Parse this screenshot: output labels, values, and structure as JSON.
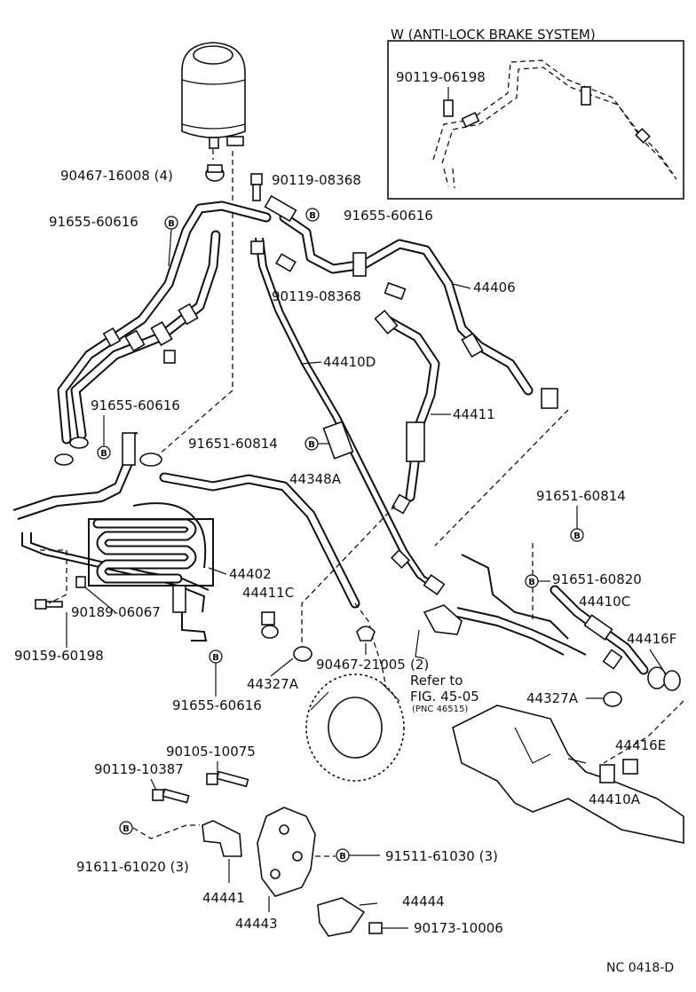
{
  "inset": {
    "title": "W (ANTI-LOCK BRAKE SYSTEM)",
    "part": "90119-06198"
  },
  "labels": {
    "p90467_16008": "90467-16008 (4)",
    "p90119_08368_a": "90119-08368",
    "p91655_60616_a": "91655-60616",
    "p91655_60616_b": "91655-60616",
    "p90119_08368_b": "90119-08368",
    "p44406": "44406",
    "p44410D": "44410D",
    "p91655_60616_c": "91655-60616",
    "p44411": "44411",
    "p91651_60814_a": "91651-60814",
    "p44348A": "44348A",
    "p91651_60814_b": "91651-60814",
    "p91651_60820": "91651-60820",
    "p44402": "44402",
    "p44410C": "44410C",
    "p44411C": "44411C",
    "p44416F": "44416F",
    "p90189_06067": "90189-06067",
    "p90159_60198": "90159-60198",
    "p90467_21005": "90467-21005",
    "p44327A_a": "44327A",
    "p44327A_b": "44327A",
    "p91655_60616_d": "91655-60616",
    "p90105_10075": "90105-10075",
    "p90119_10387": "90119-10387",
    "p44416E": "44416E",
    "p44410A": "44410A",
    "p91611_61020": "91611-61020 (3)",
    "p91511_61030": "91511-61030 (3)",
    "p44441": "44441",
    "p44443": "44443",
    "p44444": "44444",
    "p90173_10006": "90173-10006",
    "code": "NC 0418-D"
  },
  "refer": {
    "qty": "(2)",
    "line1": "Refer to",
    "line2": "FIG. 45-05",
    "line3": "(PNC 46515)"
  },
  "mark_letter": "B"
}
